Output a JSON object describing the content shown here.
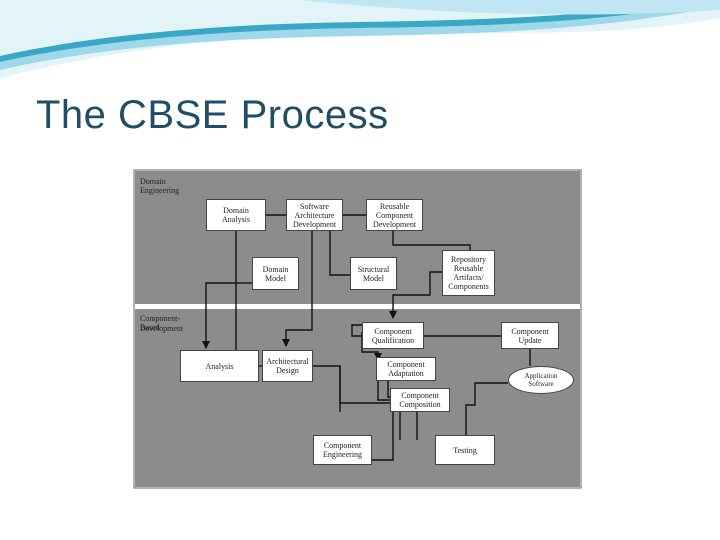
{
  "slide": {
    "title": "The CBSE Process"
  },
  "diagram": {
    "panels": {
      "domain_engineering": "Domain Engineering",
      "component_based_line1": "Component-Based",
      "component_based_line2": "Development"
    },
    "boxes": {
      "domain_analysis": [
        "Domain",
        "Analysis"
      ],
      "software_architecture_development": [
        "Software",
        "Architecture",
        "Development"
      ],
      "reusable_component_development": [
        "Reusable",
        "Component",
        "Development"
      ],
      "domain_model": [
        "Domain",
        "Model"
      ],
      "structural_model": [
        "Structural",
        "Model"
      ],
      "repository": [
        "Repository",
        "Reusable",
        "Artifacts/",
        "Components"
      ],
      "component_qualification": [
        "Component",
        "Qualification"
      ],
      "component_update": [
        "Component",
        "Update"
      ],
      "analysis": [
        "Analysis"
      ],
      "architectural_design": [
        "Architectural",
        "Design"
      ],
      "component_adaptation": [
        "Component",
        "Adaptation"
      ],
      "component_composition": [
        "Component",
        "Composition"
      ],
      "application_software": [
        "Application",
        "Software"
      ],
      "component_engineering": [
        "Component",
        "Engineering"
      ],
      "testing": [
        "Testing"
      ]
    }
  },
  "colors": {
    "title": "#1f4e66",
    "panel": "#8c8c8c",
    "panel_border": "#555555",
    "swoosh_dark": "#3aa7c7",
    "swoosh_light": "#bfe6f2"
  }
}
